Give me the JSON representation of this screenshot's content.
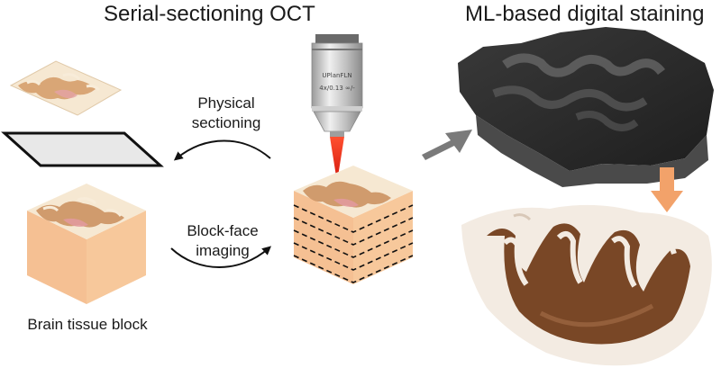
{
  "titles": {
    "left": "Serial-sectioning OCT",
    "right": "ML-based digital staining"
  },
  "labels": {
    "physical_sectioning": [
      "Physical",
      "sectioning"
    ],
    "block_face_imaging": [
      "Block-face",
      "imaging"
    ],
    "brain_tissue_block": "Brain tissue block"
  },
  "objective": {
    "line1": "UPlanFLN",
    "line2": "4x/0.13 ∞/-"
  },
  "colors": {
    "tissue_block": "#f7c89b",
    "tissue_top_light": "#f6e8d2",
    "tissue_top_dark": "#c08a5c",
    "laser": "#e52b1a",
    "gray_arrow": "#7a7a7a",
    "orange_arrow": "#f2a26a",
    "oct_volume": "#2e2e2e",
    "stain_brown": "#6b3512"
  }
}
